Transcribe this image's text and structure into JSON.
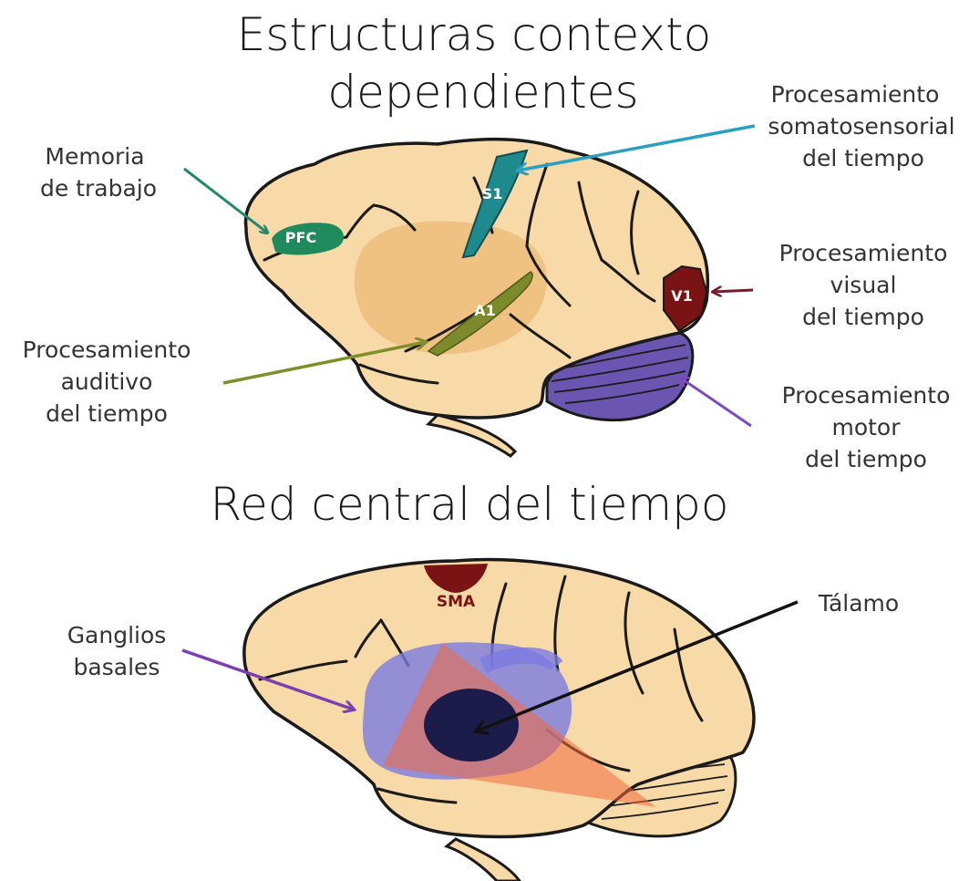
{
  "top": {
    "title_line1": "Estructuras contexto",
    "title_line2": "dependientes",
    "regions": {
      "pfc": "PFC",
      "s1": "S1",
      "a1": "A1",
      "v1": "V1"
    },
    "labels": {
      "memoria": [
        "Memoria",
        "de trabajo"
      ],
      "somato": [
        "Procesamiento",
        "somatosensorial",
        "del tiempo"
      ],
      "visual": [
        "Procesamiento",
        "visual",
        "del tiempo"
      ],
      "auditivo": [
        "Procesamiento",
        "auditivo",
        "del tiempo"
      ],
      "motor": [
        "Procesamiento",
        "motor",
        "del tiempo"
      ]
    }
  },
  "bottom": {
    "title": "Red central del tiempo",
    "regions": {
      "sma": "SMA"
    },
    "labels": {
      "talamo": "Tálamo",
      "ganglios": [
        "Ganglios",
        "basales"
      ]
    }
  },
  "colors": {
    "brain_fill": "#f8d9a8",
    "outline": "#1a1a1a",
    "pfc": "#1f8a5b",
    "s1": "#1f8a8e",
    "a1": "#7b8a2a",
    "v1": "#7a1414",
    "cerebellum_top": "#6a55b0",
    "arrow_memoria": "#1f8a6e",
    "arrow_somato": "#2a9fc0",
    "arrow_visual": "#7a1a2a",
    "arrow_auditivo": "#7f8f2c",
    "arrow_motor": "#7b4cc0",
    "sma": "#7a1414",
    "basal_ganglia": "#7a7ae0",
    "triangle": "#f26a3e",
    "thalamus": "#1c1c4a",
    "arrow_ganglios": "#7b3fb0",
    "arrow_talamo": "#111111"
  }
}
